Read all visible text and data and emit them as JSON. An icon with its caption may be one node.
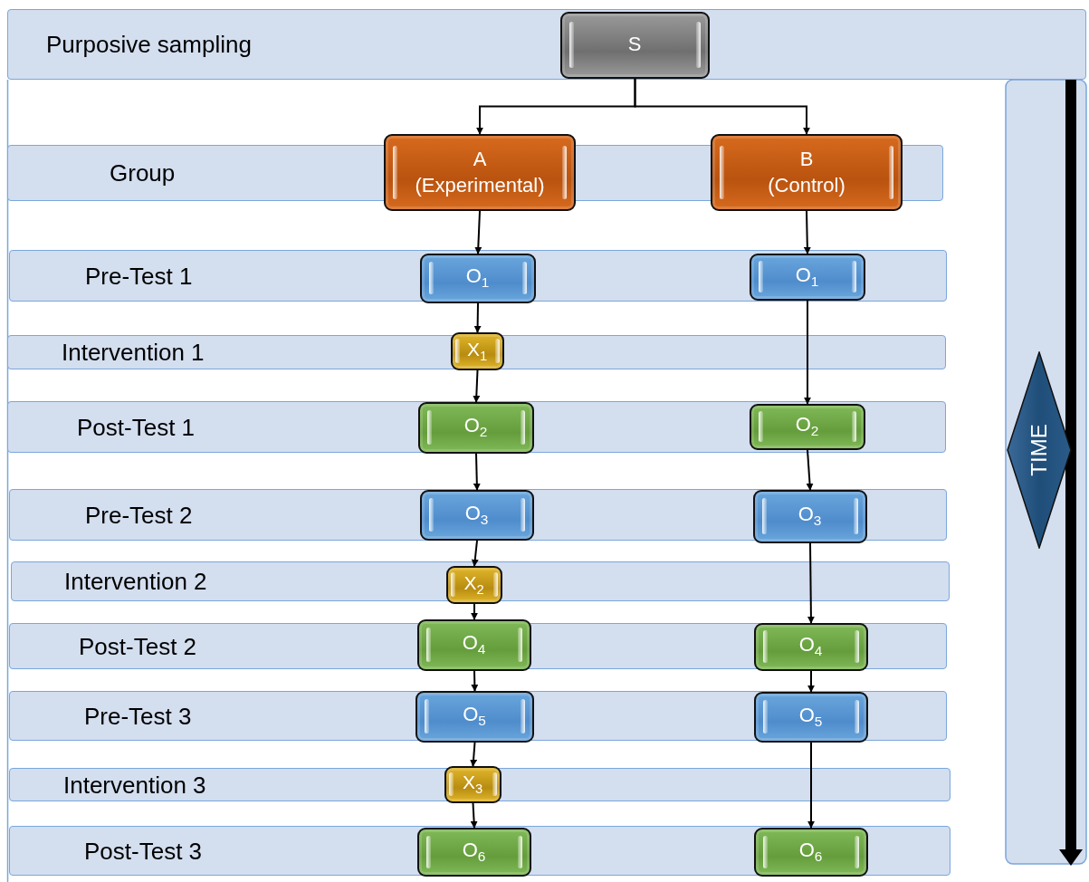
{
  "diagram": {
    "nodes": [
      {
        "text": [
          "Purposive sampling"
        ]
      },
      {
        "text": [
          "S"
        ],
        "in": 0
      },
      {
        "text": [
          "Group"
        ]
      },
      {
        "text": [
          "A",
          "(Experimental)"
        ]
      },
      {
        "text": [
          "B",
          "(Control)"
        ]
      },
      {
        "text": [
          "Pre-Test 1"
        ]
      },
      {
        "text": [
          "O$_{1}$"
        ],
        "in": 5
      },
      {
        "text": [
          "O$_{1}$"
        ],
        "in": 5
      },
      {
        "text": [
          "Intervention 1"
        ]
      },
      {
        "text": [
          "X$_{1}$"
        ],
        "in": 8
      },
      {
        "text": [
          "Post-Test 1"
        ]
      },
      {
        "text": [
          "O$_{2}$"
        ],
        "in": 10
      },
      {
        "text": [
          "O$_{2}$"
        ],
        "in": 10
      },
      {
        "text": [
          "Pre-Test 2"
        ]
      },
      {
        "text": [
          "O$_{3}$"
        ],
        "in": 13
      },
      {
        "text": [
          "O$_{3}$"
        ],
        "in": 13
      },
      {
        "text": [
          "Intervention 2"
        ]
      },
      {
        "text": [
          "X$_{2}$"
        ],
        "in": 16
      },
      {
        "text": [
          "Post-Test 2"
        ]
      },
      {
        "text": [
          "O$_{4}$"
        ],
        "in": 18
      },
      {
        "text": [
          "O$_{4}$"
        ],
        "in": 18
      },
      {
        "text": [
          "Pre-Test 3"
        ]
      },
      {
        "text": [
          "O$_{5}$"
        ],
        "in": 21
      },
      {
        "text": [
          "O$_{5}$"
        ],
        "in": 21
      },
      {
        "text": [
          "Intervention 3"
        ]
      },
      {
        "text": [
          "X$_{3}$"
        ],
        "in": 24
      },
      {
        "text": [
          "Post-Test 3"
        ]
      },
      {
        "text": [
          "O$_{6}$"
        ],
        "in": 26
      },
      {
        "text": [
          "O$_{6}$"
        ],
        "in": 26
      },
      {
        "text": [
          "TIME"
        ]
      }
    ],
    "edges": [
      {
        "from": 1,
        "to": 3,
        "arrow": "to"
      },
      {
        "from": 1,
        "to": 4,
        "arrow": "to"
      },
      {
        "from": 3,
        "to": 6,
        "arrow": "to"
      },
      {
        "from": 4,
        "to": 7,
        "arrow": "to"
      },
      {
        "from": 6,
        "to": 9,
        "arrow": "to"
      },
      {
        "from": 9,
        "to": 11,
        "arrow": "to"
      },
      {
        "from": 7,
        "to": 12,
        "arrow": "to"
      },
      {
        "from": 11,
        "to": 14,
        "arrow": "to"
      },
      {
        "from": 12,
        "to": 15,
        "arrow": "to"
      },
      {
        "from": 14,
        "to": 17,
        "arrow": "to"
      },
      {
        "from": 17,
        "to": 19,
        "arrow": "to"
      },
      {
        "from": 15,
        "to": 20,
        "arrow": "to"
      },
      {
        "from": 19,
        "to": 22,
        "arrow": "to"
      },
      {
        "from": 20,
        "to": 23,
        "arrow": "to"
      },
      {
        "from": 22,
        "to": 25,
        "arrow": "to"
      },
      {
        "from": 25,
        "to": 27,
        "arrow": "to"
      },
      {
        "from": 23,
        "to": 28,
        "arrow": "to"
      }
    ]
  }
}
